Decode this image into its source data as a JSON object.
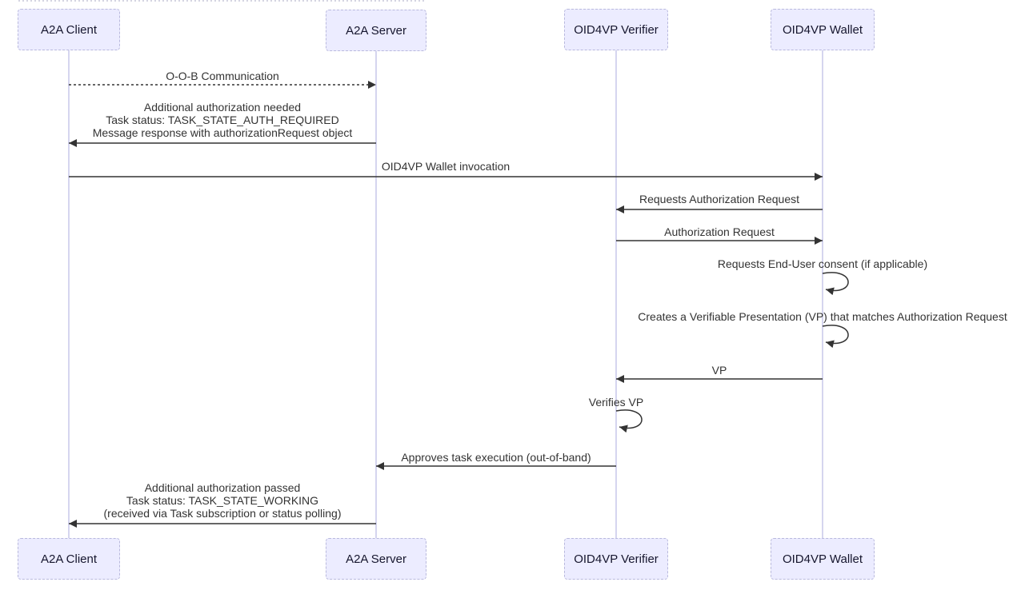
{
  "colors": {
    "actor_fill": "#ECECFF",
    "actor_border": "#B9B9DD",
    "lifeline": "#D5D5EF",
    "arrow": "#333333",
    "text": "#333333"
  },
  "actors": [
    {
      "name": "A2A Client"
    },
    {
      "name": "A2A Server"
    },
    {
      "name": "OID4VP Verifier"
    },
    {
      "name": "OID4VP Wallet"
    }
  ],
  "messages": [
    {
      "from": "A2A Client",
      "to": "A2A Server",
      "style": "dashed",
      "label": "O-O-B Communication"
    },
    {
      "from": "A2A Server",
      "to": "A2A Client",
      "style": "solid",
      "lines": [
        "Additional authorization needed",
        "Task status: TASK_STATE_AUTH_REQUIRED",
        "Message response with authorizationRequest object"
      ]
    },
    {
      "from": "A2A Client",
      "to": "OID4VP Wallet",
      "style": "solid",
      "label": "OID4VP Wallet invocation"
    },
    {
      "from": "OID4VP Wallet",
      "to": "OID4VP Verifier",
      "style": "solid",
      "label": "Requests Authorization Request"
    },
    {
      "from": "OID4VP Verifier",
      "to": "OID4VP Wallet",
      "style": "solid",
      "label": "Authorization Request"
    },
    {
      "from": "OID4VP Wallet",
      "to": "OID4VP Wallet",
      "style": "self",
      "label": "Requests End-User consent (if applicable)"
    },
    {
      "from": "OID4VP Wallet",
      "to": "OID4VP Wallet",
      "style": "self",
      "label": "Creates a Verifiable Presentation (VP) that matches Authorization Request"
    },
    {
      "from": "OID4VP Wallet",
      "to": "OID4VP Verifier",
      "style": "solid",
      "label": "VP"
    },
    {
      "from": "OID4VP Verifier",
      "to": "OID4VP Verifier",
      "style": "self",
      "label": "Verifies VP"
    },
    {
      "from": "OID4VP Verifier",
      "to": "A2A Server",
      "style": "solid",
      "label": "Approves task execution (out-of-band)"
    },
    {
      "from": "A2A Server",
      "to": "A2A Client",
      "style": "solid",
      "lines": [
        "Additional authorization passed",
        "Task status: TASK_STATE_WORKING",
        "(received via Task subscription or status polling)"
      ]
    }
  ]
}
